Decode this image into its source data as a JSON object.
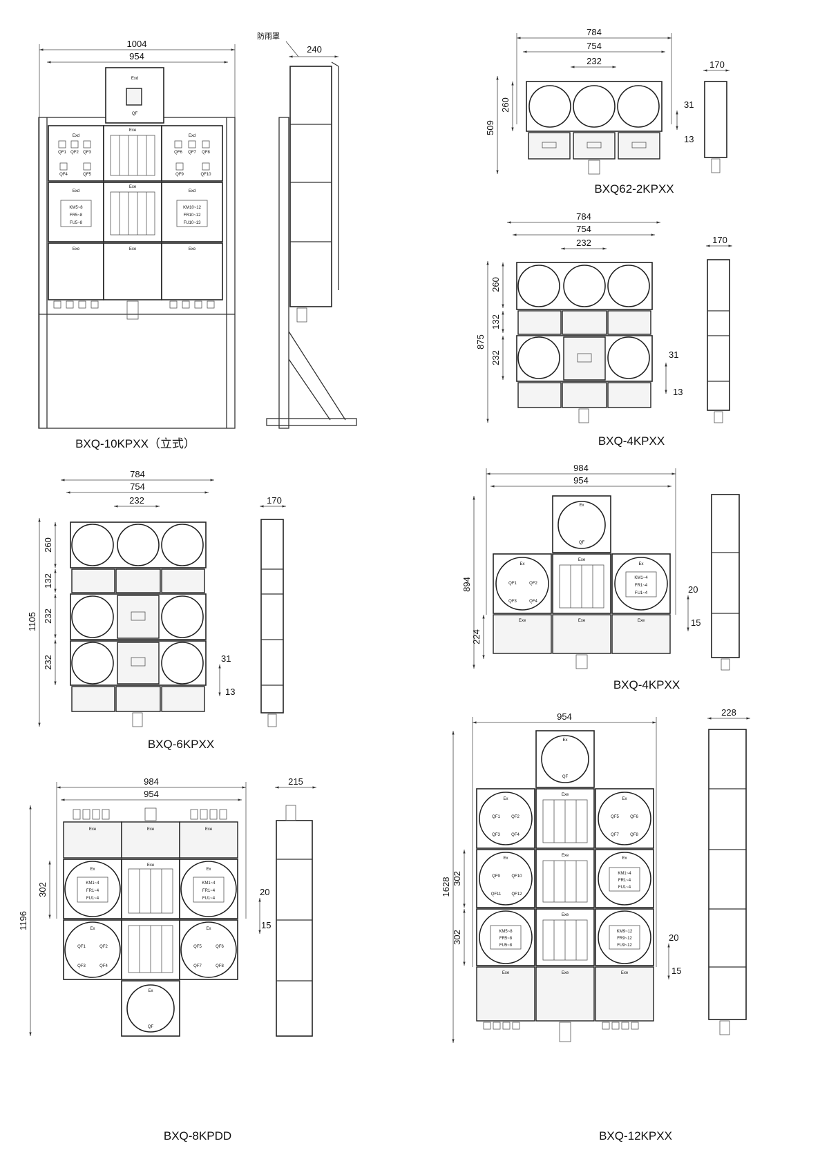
{
  "diagrams": {
    "d1": {
      "caption": "BXQ-10KPXX（立式）",
      "dims": {
        "w_outer": "1004",
        "w_inner": "954",
        "side_depth": "240",
        "rain_cover": "防雨罩"
      },
      "labels": {
        "exd": "Exd",
        "exe": "Exe",
        "qf": "QF",
        "qf_left": [
          "QF1",
          "QF2",
          "QF3",
          "QF4",
          "QF5"
        ],
        "qf_right": [
          "QF6",
          "QF7",
          "QF8",
          "QF9",
          "QF10"
        ],
        "km_left": [
          "KM5~8",
          "FR5~8",
          "FU5~8"
        ],
        "km_right": [
          "KM10~12",
          "FR10~12",
          "FU10~13"
        ]
      }
    },
    "d2": {
      "caption": "BXQ62-2KPXX",
      "dims": {
        "w_outer": "784",
        "w_inner": "754",
        "pitch": "232",
        "h_top": "260",
        "h_total": "509",
        "d1": "31",
        "d2": "13",
        "side_depth": "170"
      }
    },
    "d3": {
      "caption": "BXQ-4KPXX",
      "dims": {
        "w_outer": "784",
        "w_inner": "754",
        "pitch": "232",
        "h_top": "260",
        "h_mid": "132",
        "h_low": "232",
        "h_total": "875",
        "d1": "31",
        "d2": "13",
        "side_depth": "170"
      }
    },
    "d4": {
      "caption": "BXQ-6KPXX",
      "dims": {
        "w_outer": "784",
        "w_inner": "754",
        "pitch": "232",
        "h_top": "260",
        "h_mid": "132",
        "h_low1": "232",
        "h_low2": "232",
        "h_total": "1105",
        "d1": "31",
        "d2": "13",
        "side_depth": "170"
      }
    },
    "d5": {
      "caption": "BXQ-4KPXX",
      "dims": {
        "w_outer": "984",
        "w_inner": "954",
        "h_total": "894",
        "h_low": "224",
        "d1": "20",
        "d2": "15"
      },
      "labels": {
        "ex": "Ex",
        "exe": "Exe",
        "qf": "QF",
        "qf_list": [
          "QF1",
          "QF2",
          "QF3",
          "QF4"
        ],
        "km": [
          "KM1~4",
          "FR1~4",
          "FU1~4"
        ]
      }
    },
    "d6": {
      "caption": "BXQ-8KPDD",
      "dims": {
        "w_outer": "984",
        "w_inner": "954",
        "h_total": "1196",
        "h_mid": "302",
        "d1": "20",
        "d2": "15",
        "side_depth": "215"
      },
      "labels": {
        "ex": "Ex",
        "exe": "Exe",
        "qf": "QF",
        "km_left": [
          "KM1~4",
          "FR1~4",
          "FU1~4"
        ],
        "km_right": [
          "KM1~4",
          "FR1~4",
          "FU1~4"
        ],
        "qf_left": [
          "QF1",
          "QF2",
          "QF3",
          "QF4"
        ],
        "qf_right": [
          "QF5",
          "QF6",
          "QF7",
          "QF8"
        ]
      }
    },
    "d7": {
      "caption": "BXQ-12KPXX",
      "dims": {
        "w_inner": "954",
        "h_total": "1628",
        "h_mid1": "302",
        "h_mid2": "302",
        "d1": "20",
        "d2": "15",
        "side_depth": "228"
      },
      "labels": {
        "ex": "Ex",
        "exe": "Exe",
        "qf": "QF",
        "qf_a": [
          "QF1",
          "QF2",
          "QF3",
          "QF4"
        ],
        "qf_b": [
          "QF5",
          "QF6",
          "QF7",
          "QF8"
        ],
        "qf_c": [
          "QF9",
          "QF10",
          "QF11",
          "QF12"
        ],
        "km_a": [
          "KM1~4",
          "FR1~4",
          "FU1~4"
        ],
        "km_b": [
          "KM5~8",
          "FR5~8",
          "FU5~8"
        ],
        "km_c": [
          "KM9~12",
          "FR9~12",
          "FU9~12"
        ]
      }
    }
  }
}
